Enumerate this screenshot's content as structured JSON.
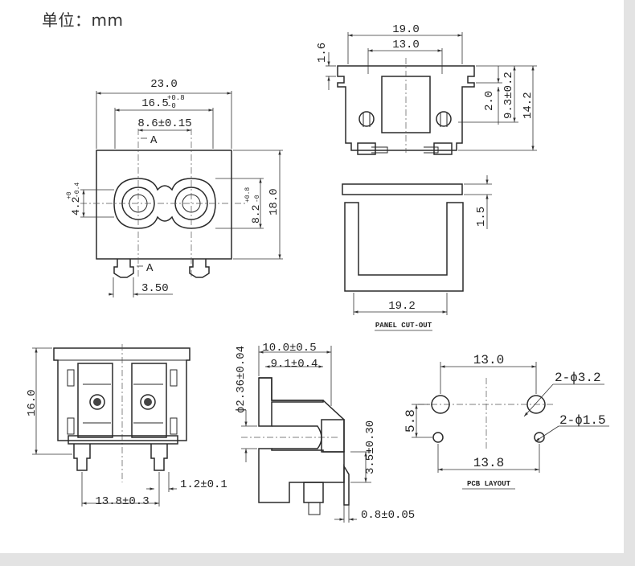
{
  "unit_label": "单位：mm",
  "front_view": {
    "width": "23.0",
    "hole_spacing_main": "16.5",
    "hole_spacing_tol": "+0.8",
    "hole_spacing_tol_low": "-0",
    "pin_pitch": "8.6±0.15",
    "section_top": "A",
    "section_bottom": "A",
    "left_dim_main": "4.2",
    "left_dim_tol_up": "+0",
    "left_dim_tol_low": "-0.4",
    "right_dim_main": "8.2",
    "right_dim_tol_up": "+0.8",
    "right_dim_tol_low": "-0",
    "height": "18.0",
    "pin_offset": "3.50"
  },
  "top_view": {
    "overall_width": "19.0",
    "inner_width": "13.0",
    "flange": "1.6",
    "slot": "2.0",
    "pin_height": "9.3±0.2",
    "total_height": "14.2"
  },
  "panel_cutout": {
    "thickness": "1.5",
    "width": "19.2",
    "title": "PANEL CUT-OUT"
  },
  "rear_view": {
    "height": "16.0",
    "pin_span": "13.8±0.3",
    "pin_width": "1.2±0.1"
  },
  "side_view": {
    "depth": "10.0±0.5",
    "inner_depth": "9.1±0.4",
    "diameter": "ϕ2.36±0.04",
    "pin_height": "3.5±0.30",
    "pin_thickness": "0.8±0.05"
  },
  "pcb_layout": {
    "top_spacing": "13.0",
    "large_hole": "2-ϕ3.2",
    "small_hole": "2-ϕ1.5",
    "vertical": "5.8",
    "bottom_spacing": "13.8",
    "title": "PCB LAYOUT"
  }
}
